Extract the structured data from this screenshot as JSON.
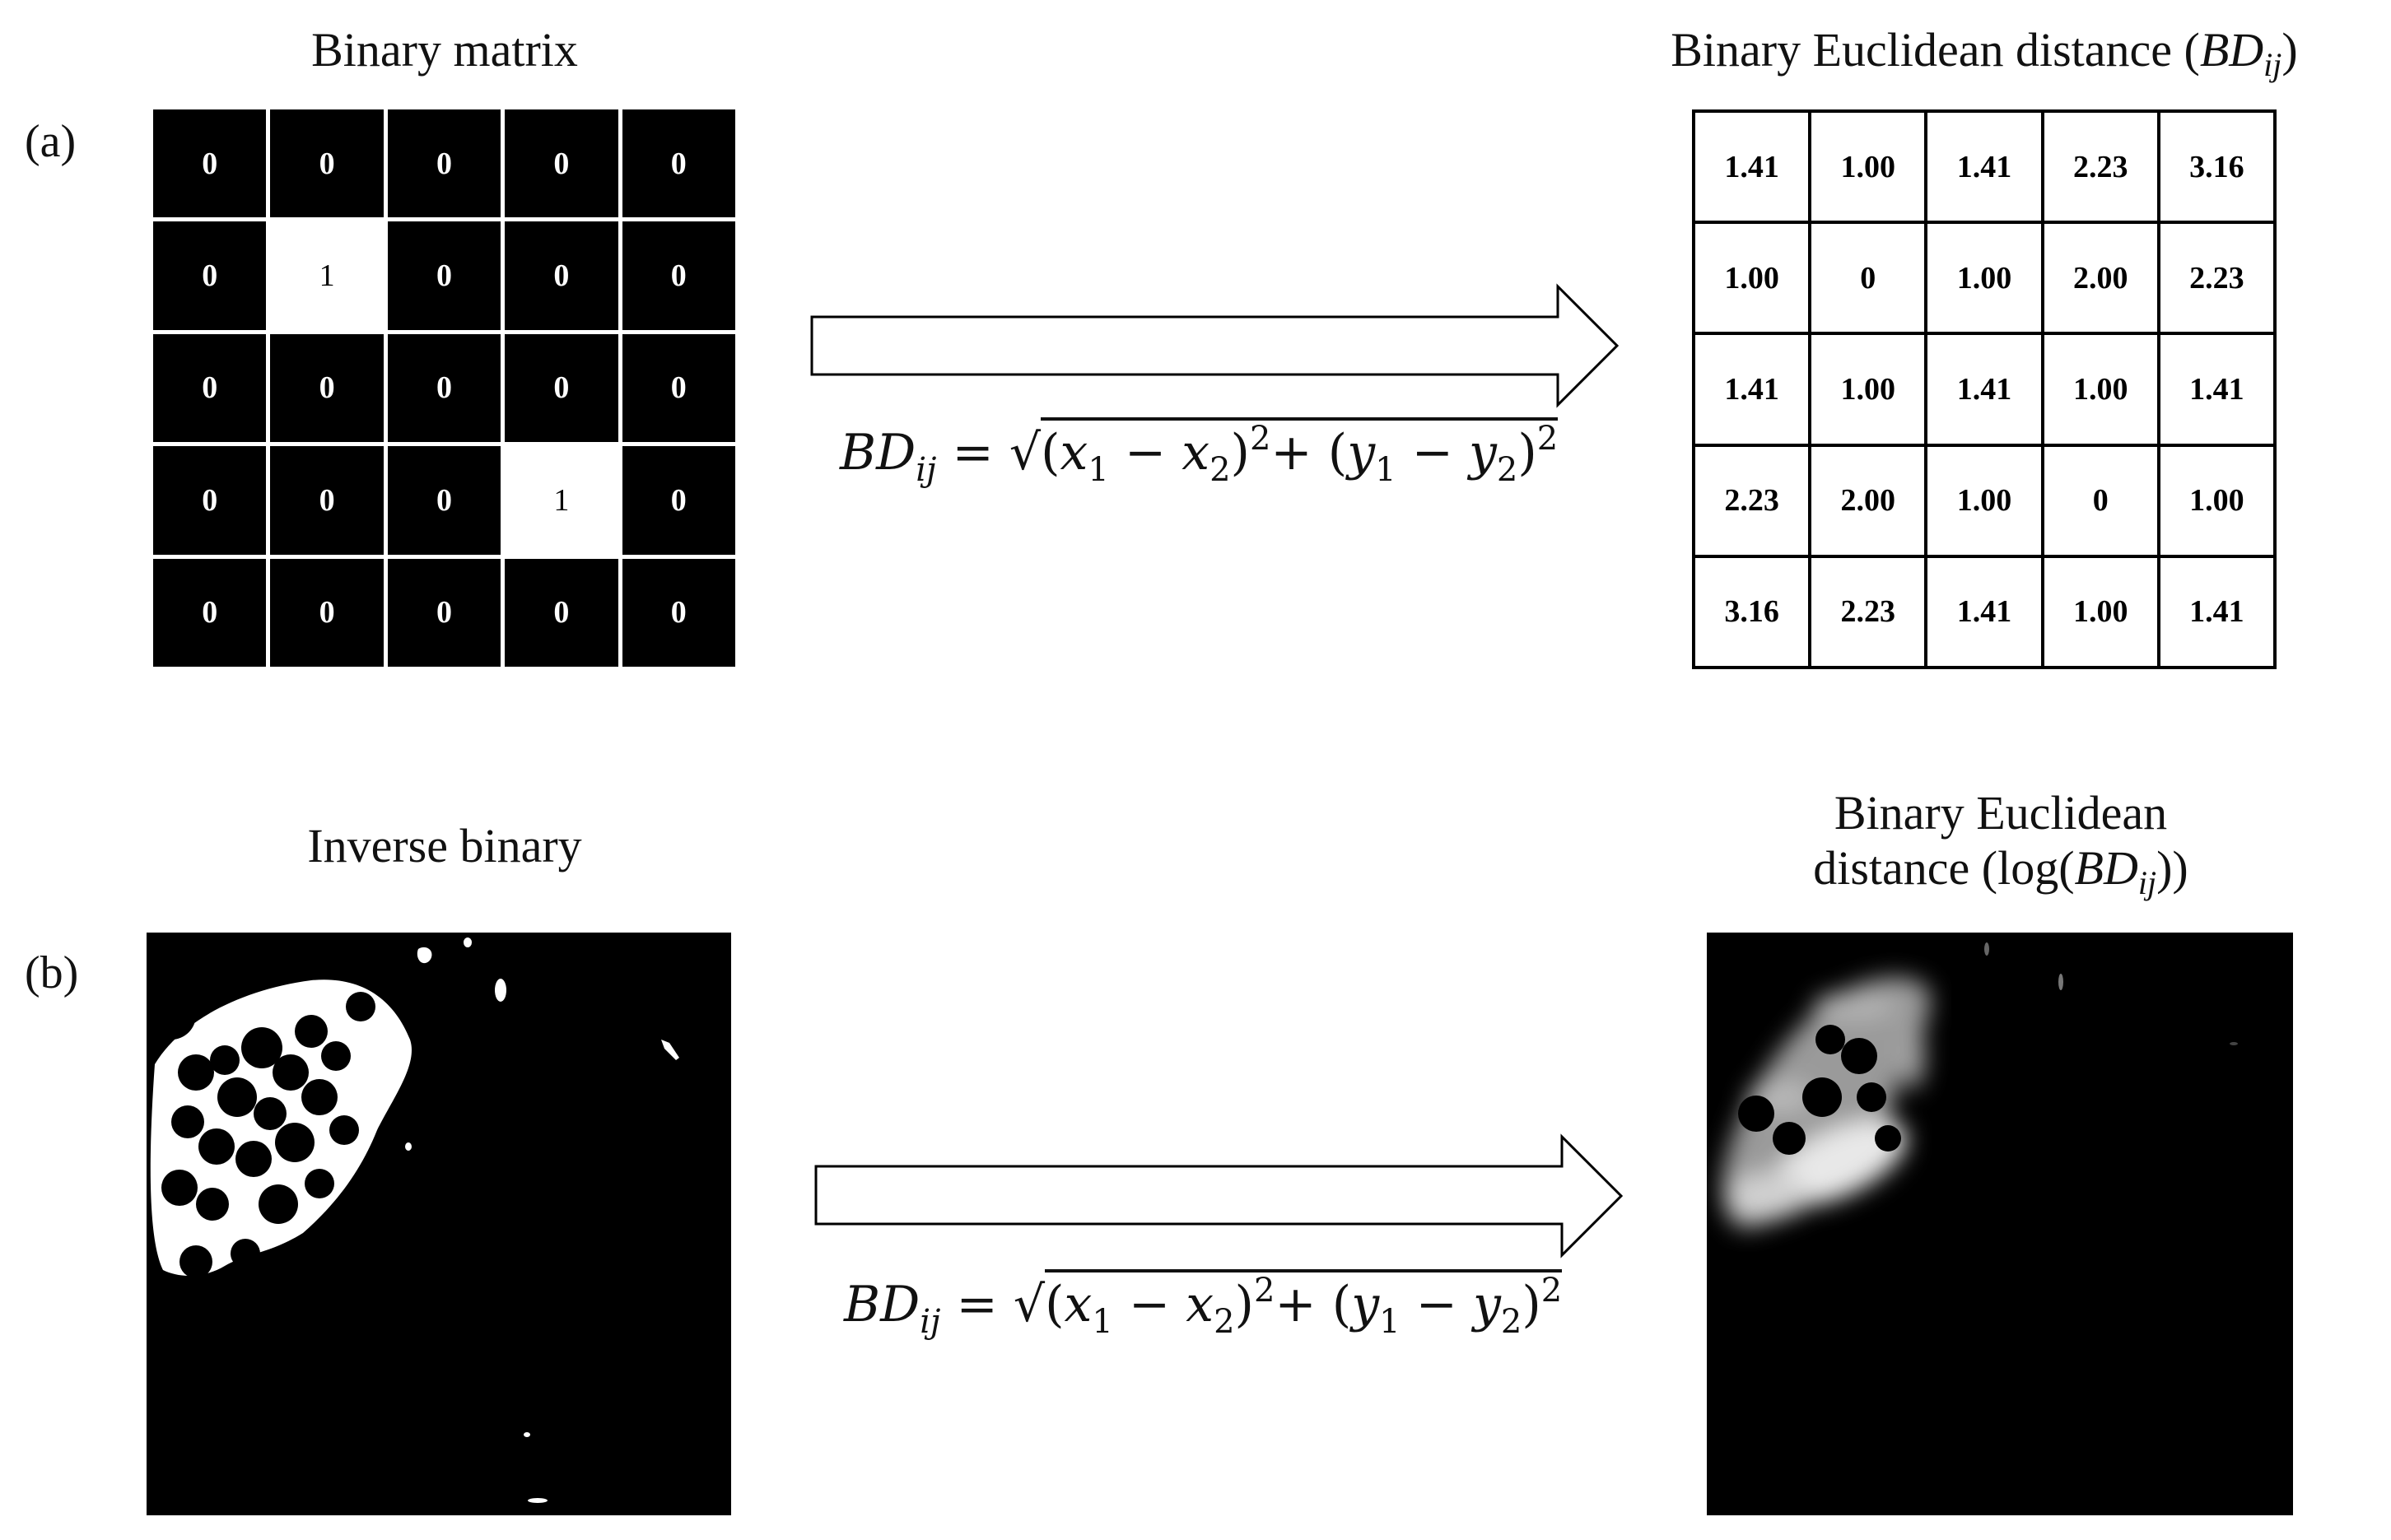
{
  "panel_a": {
    "label": "(a)",
    "left_title": "Binary matrix",
    "right_title_prefix": "Binary Euclidean distance (",
    "right_title_var": "BD",
    "right_title_sub": "ij",
    "right_title_suffix": ")",
    "binary_matrix": [
      [
        "0",
        "0",
        "0",
        "0",
        "0"
      ],
      [
        "0",
        "1",
        "0",
        "0",
        "0"
      ],
      [
        "0",
        "0",
        "0",
        "0",
        "0"
      ],
      [
        "0",
        "0",
        "0",
        "1",
        "0"
      ],
      [
        "0",
        "0",
        "0",
        "0",
        "0"
      ]
    ],
    "distance_matrix": [
      [
        "1.41",
        "1.00",
        "1.41",
        "2.23",
        "3.16"
      ],
      [
        "1.00",
        "0",
        "1.00",
        "2.00",
        "2.23"
      ],
      [
        "1.41",
        "1.00",
        "1.41",
        "1.00",
        "1.41"
      ],
      [
        "2.23",
        "2.00",
        "1.00",
        "0",
        "1.00"
      ],
      [
        "3.16",
        "2.23",
        "1.41",
        "1.00",
        "1.41"
      ]
    ]
  },
  "panel_b": {
    "label": "(b)",
    "left_title": "Inverse binary",
    "right_title_line1": "Binary Euclidean",
    "right_title_line2_prefix": "distance (log(",
    "right_title_var": "BD",
    "right_title_sub": "ij",
    "right_title_suffix": "))"
  },
  "formula": {
    "lhs": "BD",
    "lhs_sub": "ij",
    "eq": "=",
    "x1": "x",
    "x1_sub": "1",
    "x2": "x",
    "x2_sub": "2",
    "y1": "y",
    "y1_sub": "1",
    "y2": "y",
    "y2_sub": "2",
    "minus": "−",
    "plus": "+",
    "exp": "2",
    "open": "(",
    "close": ")"
  },
  "colors": {
    "black": "#000000",
    "white": "#ffffff",
    "glow": "#e6e6e6"
  }
}
